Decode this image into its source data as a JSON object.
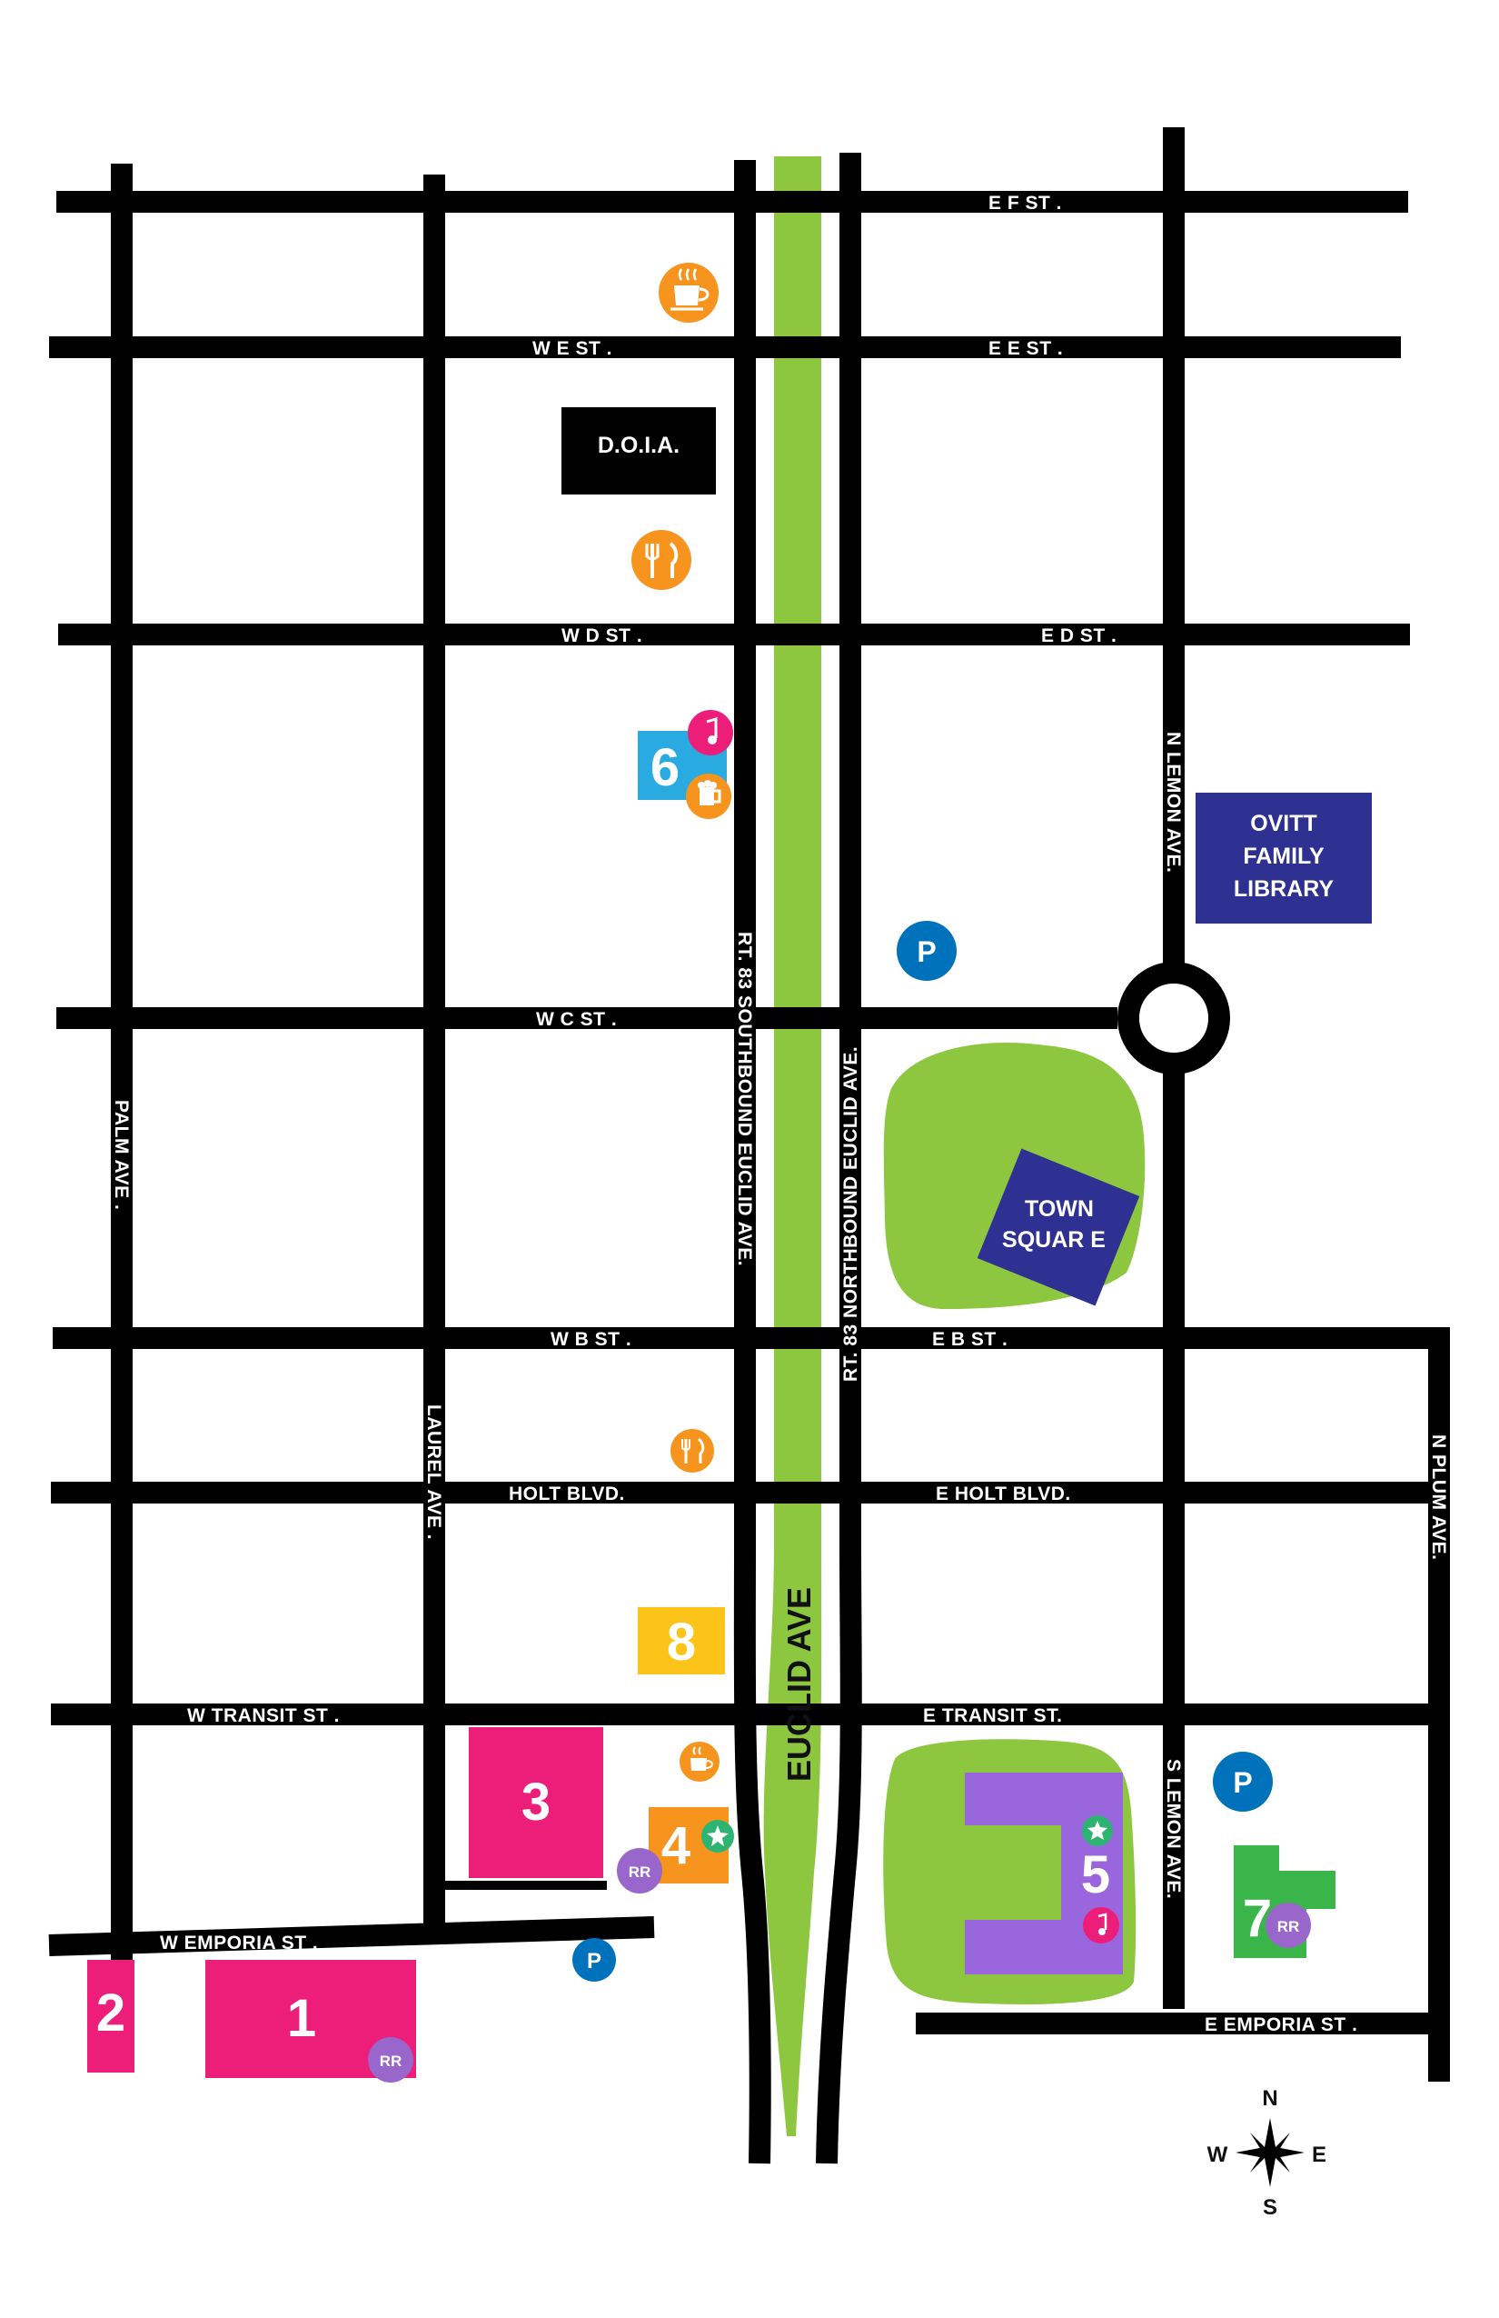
{
  "colors": {
    "road": "#000000",
    "green": "#8dc63f",
    "navy": "#2e3192",
    "magenta": "#ec1e79",
    "orange": "#f7941d",
    "yellow": "#fcc418",
    "blue_icon": "#0072bc",
    "lightblue": "#29abe2",
    "purple": "#9966dd",
    "rr_purple": "#9966cc",
    "green7": "#39b54a",
    "star_green": "#2db473"
  },
  "streets": {
    "e_f": "E F ST .",
    "w_e": "W E ST .",
    "e_e": "E E ST .",
    "w_d": "W D ST .",
    "e_d": "E D ST .",
    "w_c": "W C ST .",
    "w_b": "W B ST .",
    "e_b": "E B ST .",
    "holt": "HOLT BLVD.",
    "e_holt": "E HOLT BLVD.",
    "w_transit": "W TRANSIT ST .",
    "e_transit": "E TRANSIT ST.",
    "w_emporia": "W EMPORIA ST .",
    "e_emporia": "E EMPORIA ST .",
    "palm": "PALM AVE .",
    "laurel": "LAUREL AVE .",
    "rt83_south": "RT. 83 SOUTHBOUND EUCLID AVE.",
    "rt83_north": "RT. 83 NORTHBOUND EUCLID AVE.",
    "n_lemon": "N LEMON AVE.",
    "s_lemon": "S LEMON AVE.",
    "n_plum": "N PLUM AVE.",
    "euclid": "EUCLID AVE"
  },
  "landmarks": {
    "doia": "D.O.I.A.",
    "library_1": "OVITT",
    "library_2": "FAMILY",
    "library_3": "LIBRARY",
    "town_square_1": "TOWN",
    "town_square_2": "SQUAR E"
  },
  "venues": {
    "v1": "1",
    "v2": "2",
    "v3": "3",
    "v4": "4",
    "v5": "5",
    "v6": "6",
    "v7": "7",
    "v8": "8"
  },
  "icons": {
    "parking": "P",
    "restroom": "RR",
    "coffee": "coffee-icon",
    "restaurant": "fork-knife-icon",
    "music": "music-note-icon",
    "beer": "beer-mug-icon",
    "star": "star-icon"
  },
  "compass": {
    "n": "N",
    "s": "S",
    "e": "E",
    "w": "W"
  }
}
